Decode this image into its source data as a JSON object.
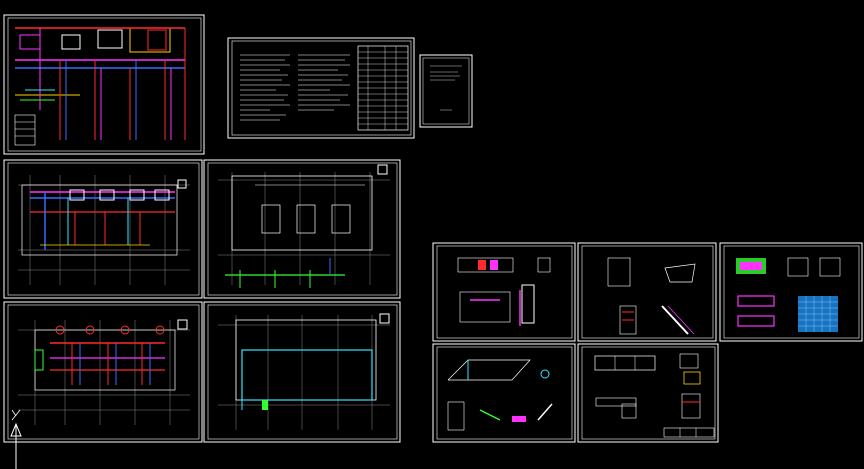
{
  "app": {
    "title": ""
  },
  "colors": {
    "background": "#000000",
    "sheet_border": "#ffffff",
    "grid": "#8a8a8a",
    "pipe_red": "#ff2a2a",
    "pipe_magenta": "#ff33ff",
    "pipe_blue": "#3a6bff",
    "pipe_cyan": "#33e6ff",
    "pipe_green": "#33ff33",
    "pipe_yellow": "#ffd400",
    "note_text": "#ffffff"
  },
  "sheets": [
    {
      "id": "system-diagram",
      "kind": "system"
    },
    {
      "id": "design-notes",
      "kind": "notes"
    },
    {
      "id": "cover-page",
      "kind": "cover"
    },
    {
      "id": "plan-level-1-piping",
      "kind": "plan-piping"
    },
    {
      "id": "plan-level-1-grid",
      "kind": "plan-grid"
    },
    {
      "id": "plan-level-2-piping",
      "kind": "plan-piping"
    },
    {
      "id": "plan-level-2-grid",
      "kind": "plan-grid"
    },
    {
      "id": "detail-sheet-1",
      "kind": "detail"
    },
    {
      "id": "detail-sheet-2",
      "kind": "detail"
    },
    {
      "id": "detail-sheet-3",
      "kind": "detail"
    },
    {
      "id": "detail-sheet-4",
      "kind": "detail"
    },
    {
      "id": "detail-sheet-5",
      "kind": "detail"
    }
  ],
  "ucs_icon": {
    "name": "ucs-icon",
    "axis_label": ""
  }
}
